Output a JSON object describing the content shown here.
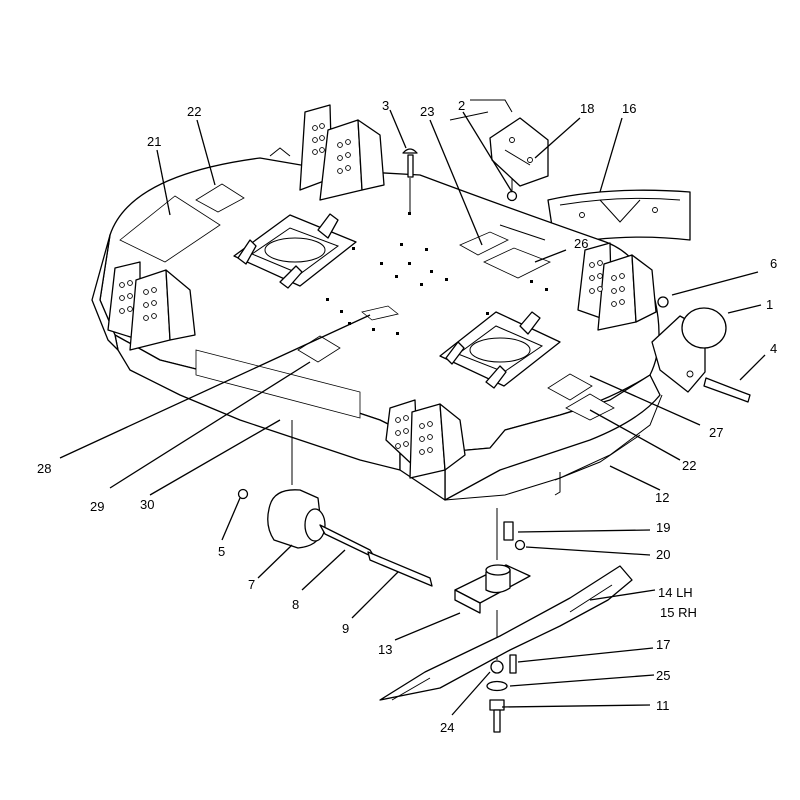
{
  "callouts": {
    "c1": "1",
    "c2": "2",
    "c3": "3",
    "c4": "4",
    "c5": "5",
    "c6": "6",
    "c7": "7",
    "c8": "8",
    "c9": "9",
    "c11": "11",
    "c12": "12",
    "c13": "13",
    "c14": "14 LH",
    "c15": "15 RH",
    "c16": "16",
    "c17": "17",
    "c18": "18",
    "c19": "19",
    "c20": "20",
    "c21": "21",
    "c22a": "22",
    "c22b": "22",
    "c23": "23",
    "c24": "24",
    "c25": "25",
    "c26": "26",
    "c27": "27",
    "c28": "28",
    "c29": "29",
    "c30": "30"
  }
}
